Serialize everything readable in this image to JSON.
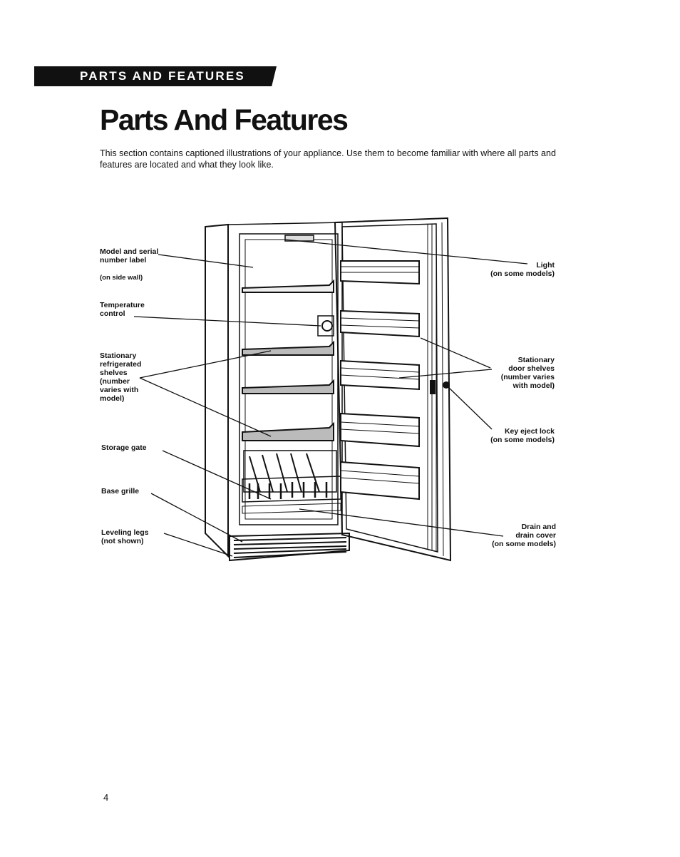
{
  "banner": "PARTS AND FEATURES",
  "title": "Parts And Features",
  "intro": "This section contains captioned illustrations of your appliance. Use them to become familiar with where all parts and features are located and what they look like.",
  "labels": {
    "model_serial": "Model and serial\nnumber label",
    "model_serial_sub": "(on side wall)",
    "temperature": "Temperature\ncontrol",
    "shelves": "Stationary\nrefrigerated\nshelves\n(number\nvaries with\nmodel)",
    "storage_gate": "Storage gate",
    "base_grille": "Base grille",
    "leveling_legs": "Leveling legs\n(not shown)",
    "light": "Light\n(on some models)",
    "door_shelves": "Stationary\ndoor shelves\n(number varies\nwith model)",
    "key_eject": "Key eject lock\n(on some models)",
    "drain": "Drain and\ndrain cover\n(on some models)"
  },
  "page_number": "4",
  "colors": {
    "ink": "#111111",
    "paper": "#ffffff"
  }
}
